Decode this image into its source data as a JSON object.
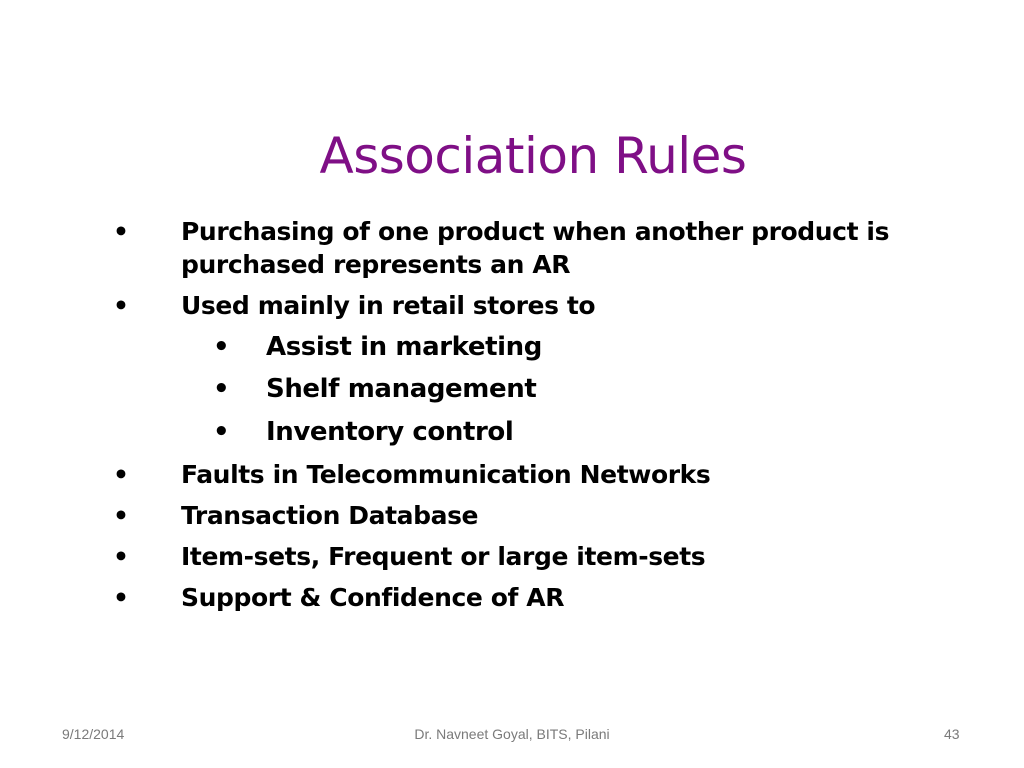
{
  "slide": {
    "title": "Association Rules",
    "bullet_glyph": "•",
    "items": [
      {
        "level": 1,
        "text": "Purchasing of one product when another product is purchased represents an AR"
      },
      {
        "level": 1,
        "text": "Used mainly in retail stores to"
      },
      {
        "level": 2,
        "text": "Assist in marketing"
      },
      {
        "level": 2,
        "text": "Shelf management"
      },
      {
        "level": 2,
        "text": "Inventory control"
      },
      {
        "level": 1,
        "text": "Faults in Telecommunication Networks"
      },
      {
        "level": 1,
        "text": "Transaction Database"
      },
      {
        "level": 1,
        "text": "Item-sets, Frequent or large item-sets"
      },
      {
        "level": 1,
        "text": "Support & Confidence of AR"
      }
    ]
  },
  "footer": {
    "date": "9/12/2014",
    "author": "Dr. Navneet Goyal, BITS, Pilani",
    "page_number": "43"
  },
  "colors": {
    "title": "#7f0f86",
    "body_text": "#000000",
    "footer_text": "#7a7a7a",
    "background": "#ffffff"
  }
}
